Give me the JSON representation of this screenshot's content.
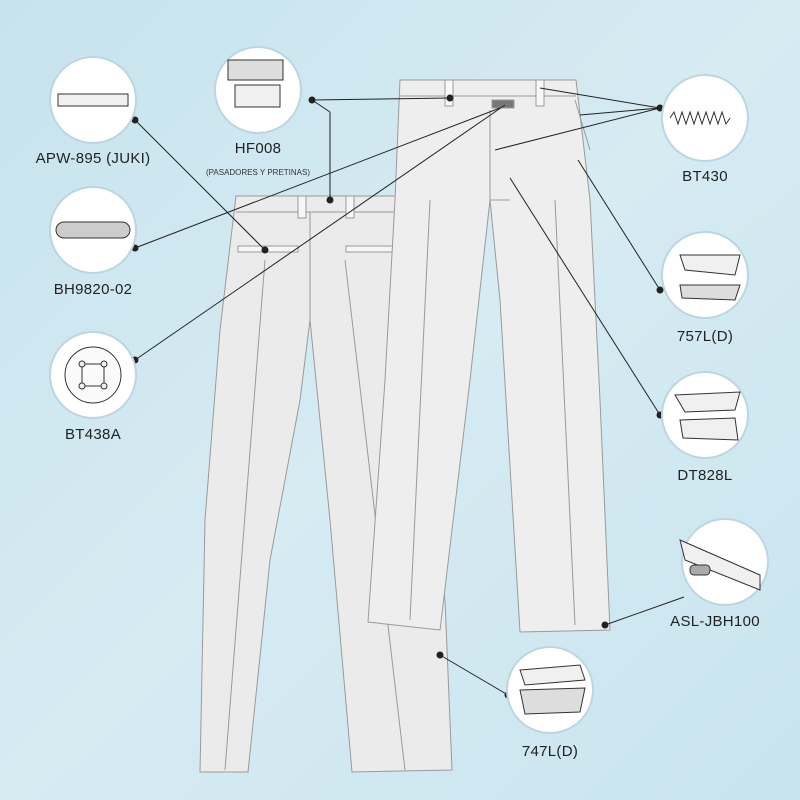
{
  "colors": {
    "background": "#cfe7f0",
    "garment": "#ececec",
    "line": "#222222",
    "circle": "#ffffff"
  },
  "callouts": [
    {
      "id": "apw",
      "label": "APW-895 (JUKI)"
    },
    {
      "id": "hf008",
      "label": "HF008",
      "sublabel": "(PASADORES Y PRETINAS)"
    },
    {
      "id": "bh",
      "label": "BH9820-02"
    },
    {
      "id": "bt438a",
      "label": "BT438A"
    },
    {
      "id": "bt430",
      "label": "BT430"
    },
    {
      "id": "l757",
      "label": "757L(D)"
    },
    {
      "id": "dt828l",
      "label": "DT828L"
    },
    {
      "id": "asl",
      "label": "ASL-JBH100"
    },
    {
      "id": "l747",
      "label": "747L(D)"
    }
  ]
}
